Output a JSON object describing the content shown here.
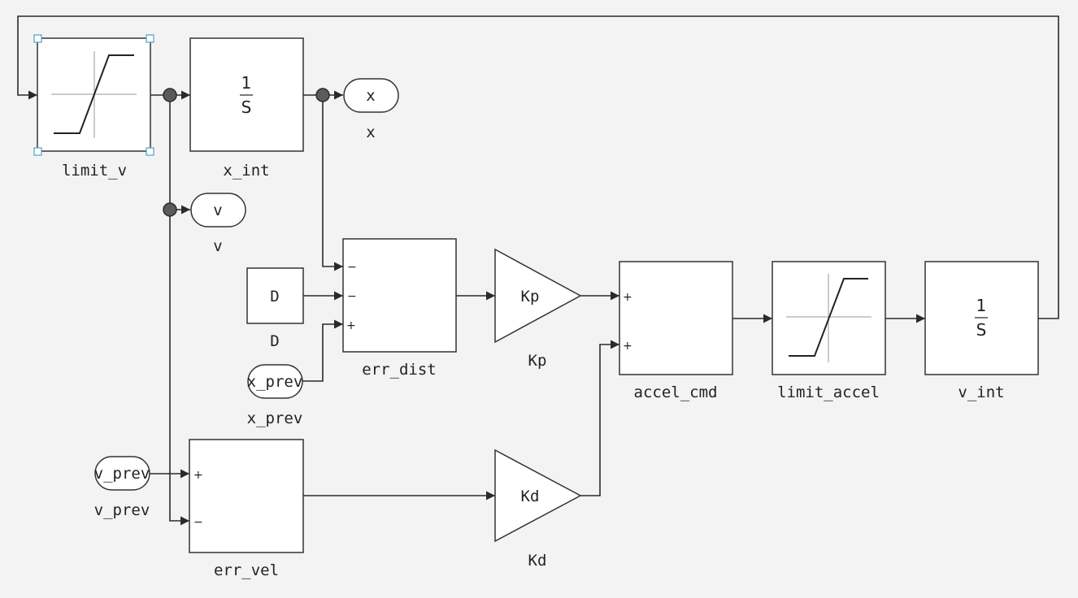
{
  "blocks": {
    "limit_v": {
      "label": "limit_v"
    },
    "x_int": {
      "label": "x_int",
      "numerator": "1",
      "denominator": "S"
    },
    "goto_x": {
      "tag": "x",
      "label": "x"
    },
    "goto_v": {
      "tag": "v",
      "label": "v"
    },
    "const_D": {
      "value": "D",
      "label": "D"
    },
    "from_x_prev": {
      "tag": "x_prev",
      "label": "x_prev"
    },
    "err_dist": {
      "label": "err_dist",
      "signs": [
        "−",
        "−",
        "+"
      ]
    },
    "gain_Kp": {
      "gain": "Kp",
      "label": "Kp"
    },
    "accel_cmd": {
      "label": "accel_cmd",
      "signs": [
        "+",
        "+"
      ]
    },
    "limit_accel": {
      "label": "limit_accel"
    },
    "v_int": {
      "label": "v_int",
      "numerator": "1",
      "denominator": "S"
    },
    "from_v_prev": {
      "tag": "v_prev",
      "label": "v_prev"
    },
    "err_vel": {
      "label": "err_vel",
      "signs": [
        "+",
        "−"
      ]
    },
    "gain_Kd": {
      "gain": "Kd",
      "label": "Kd"
    }
  },
  "colors": {
    "background": "#f3f3f3",
    "block_fill": "#ffffff",
    "stroke": "#333333",
    "selection_handle": "#4aa3c8"
  }
}
